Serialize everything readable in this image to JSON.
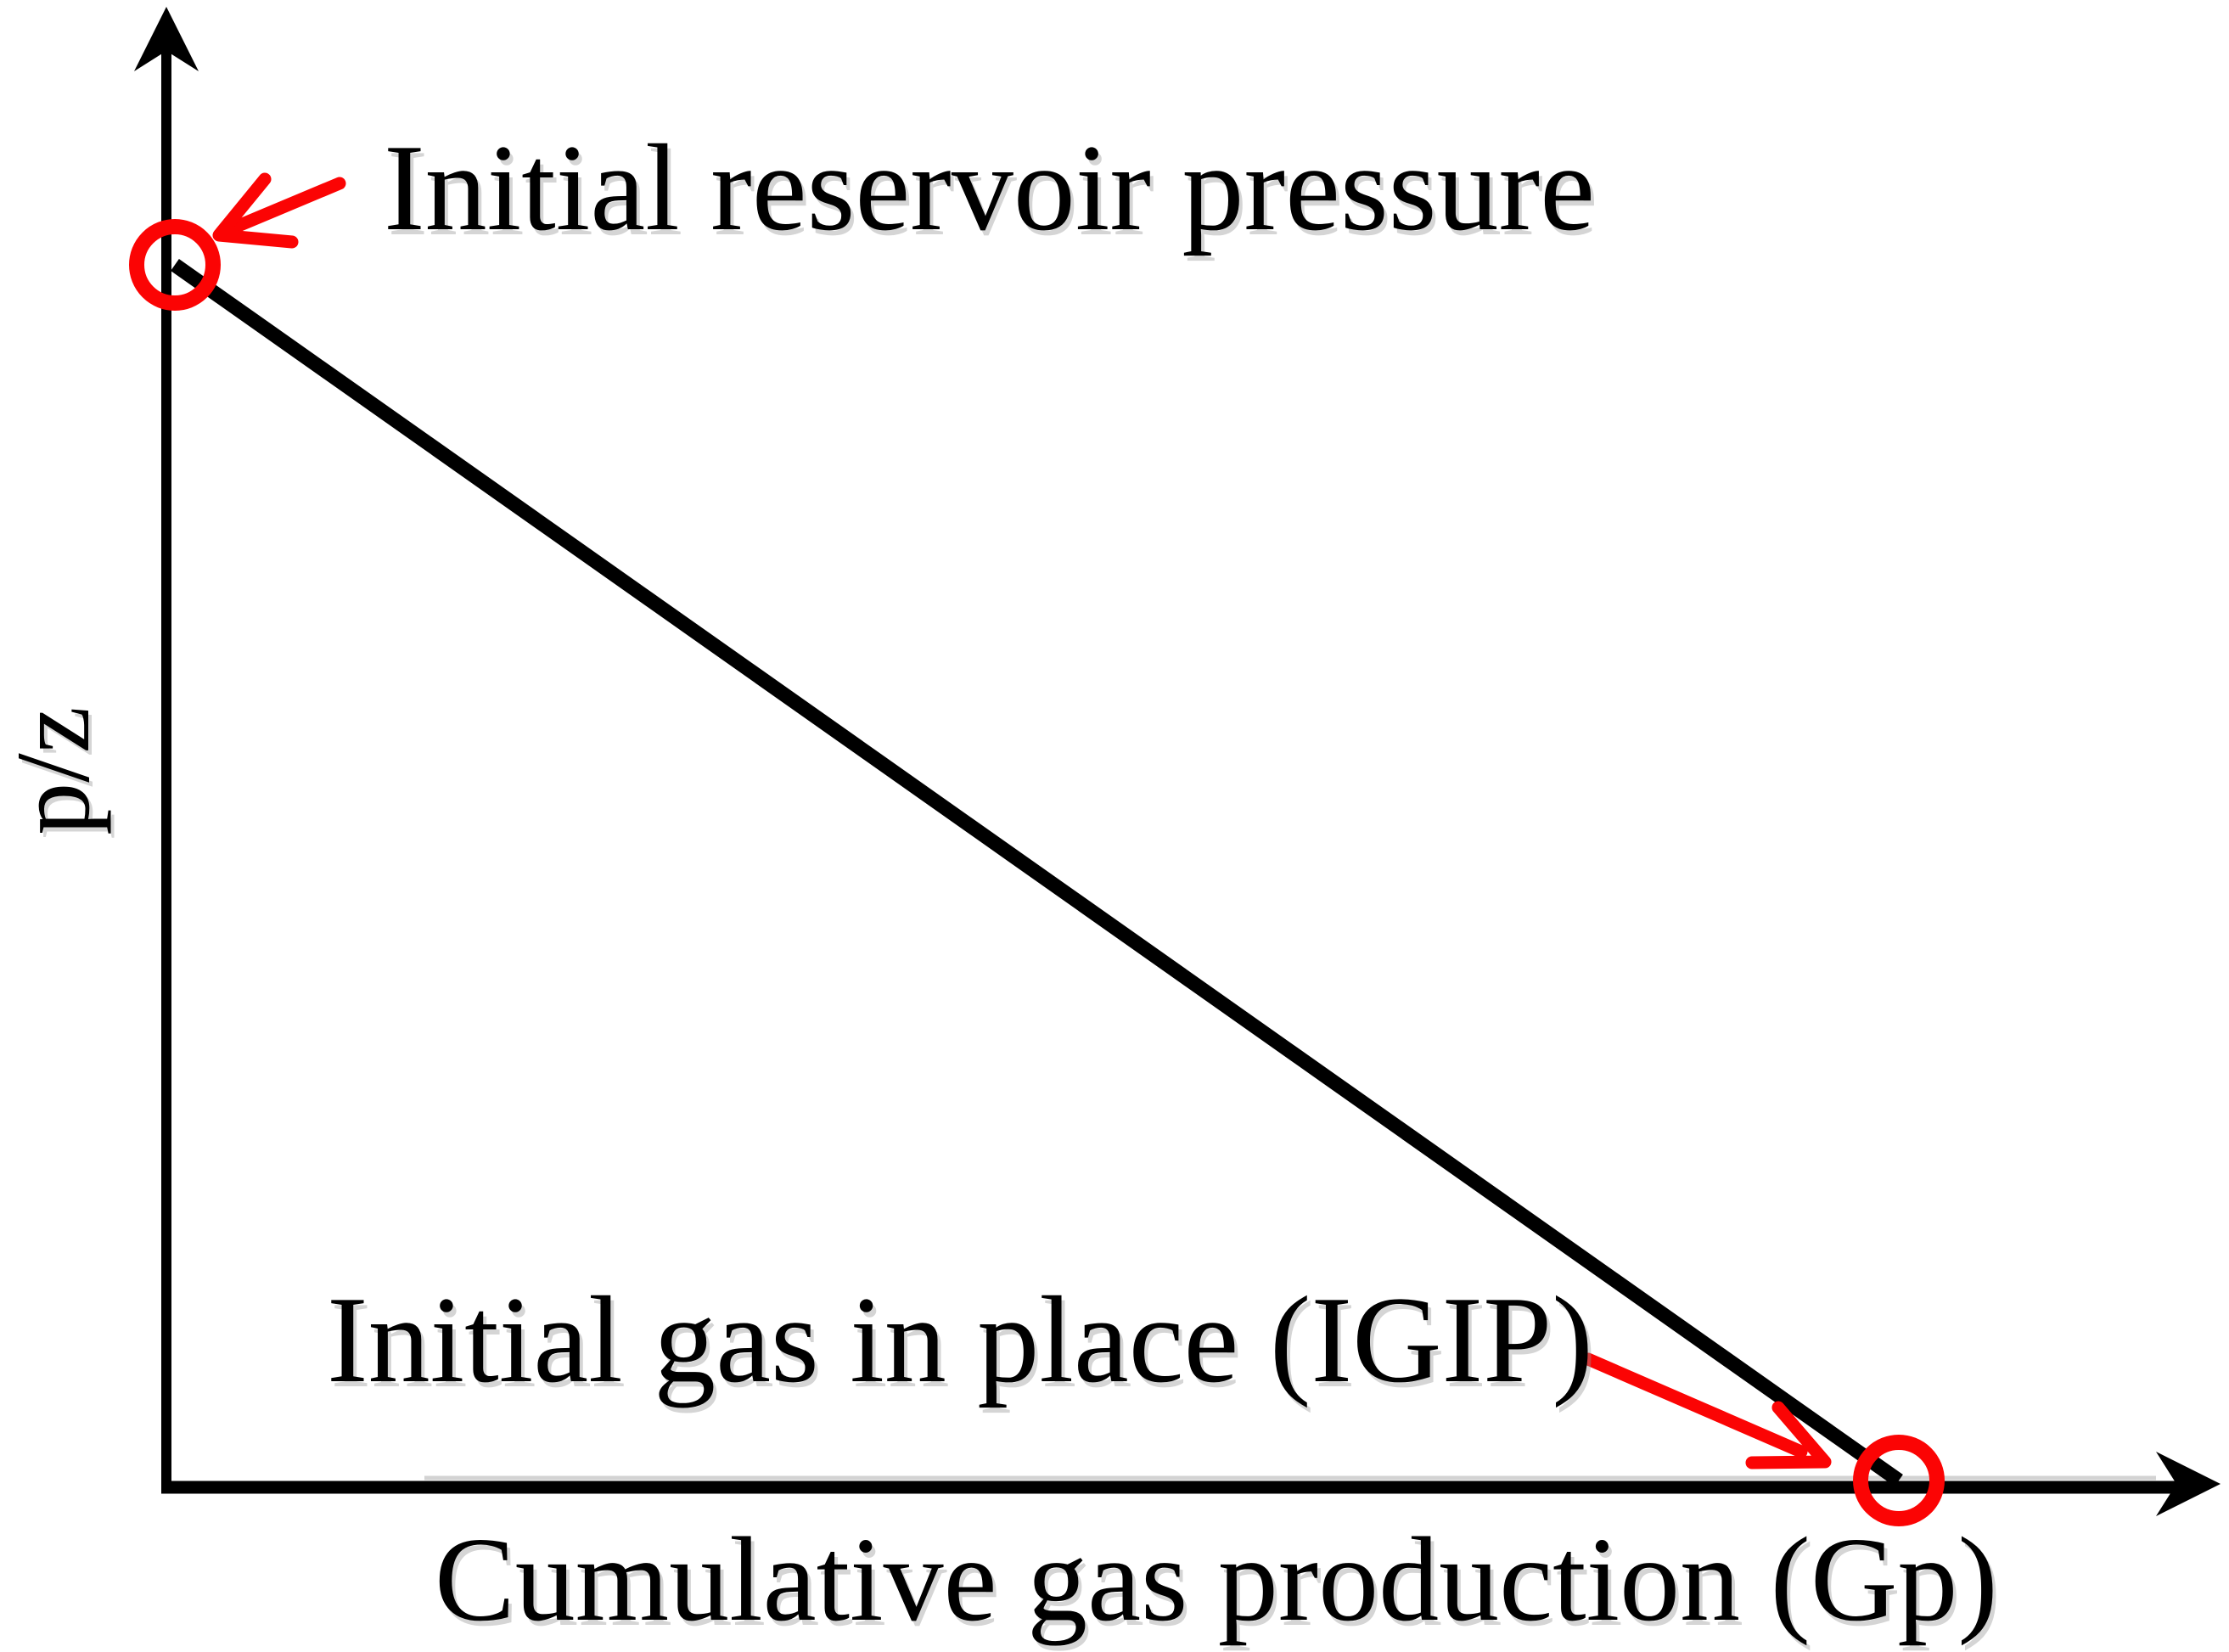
{
  "page": {
    "background": "#ffffff",
    "description_of_pixels": "Schematic line chart of p/z versus cumulative gas production with red-circled intercepts"
  },
  "colors": {
    "ink": "#000000",
    "red": "#fb0404",
    "shadow": "#a8a8a8",
    "background": "#ffffff"
  },
  "chart_data": {
    "type": "line",
    "title": "",
    "xlabel": "Cumulative gas production (Gp)",
    "ylabel": "p/z",
    "x_normalized": [
      0,
      1
    ],
    "series": [
      {
        "name": "p/z straight-line decline",
        "values_normalized": [
          1,
          0
        ],
        "color": "#000000",
        "style": "solid thick straight line from y-intercept to x-intercept"
      }
    ],
    "xlim": [
      0,
      1.2
    ],
    "ylim": [
      0,
      1.25
    ],
    "grid": false,
    "ticks": "none (conceptual axes with arrowheads, no numeric scale)",
    "legend": "none",
    "annotations": [
      {
        "label": "Initial reservoir pressure",
        "marker": "red open circle",
        "arrow_color": "#fb0404",
        "point_normalized": {
          "x": 0,
          "y": 1
        },
        "meaning": "y-intercept of the p/z line"
      },
      {
        "label": "Initial gas in place (IGIP)",
        "marker": "red open circle",
        "arrow_color": "#fb0404",
        "point_normalized": {
          "x": 1,
          "y": 0
        },
        "meaning": "x-intercept of the p/z line"
      }
    ]
  }
}
